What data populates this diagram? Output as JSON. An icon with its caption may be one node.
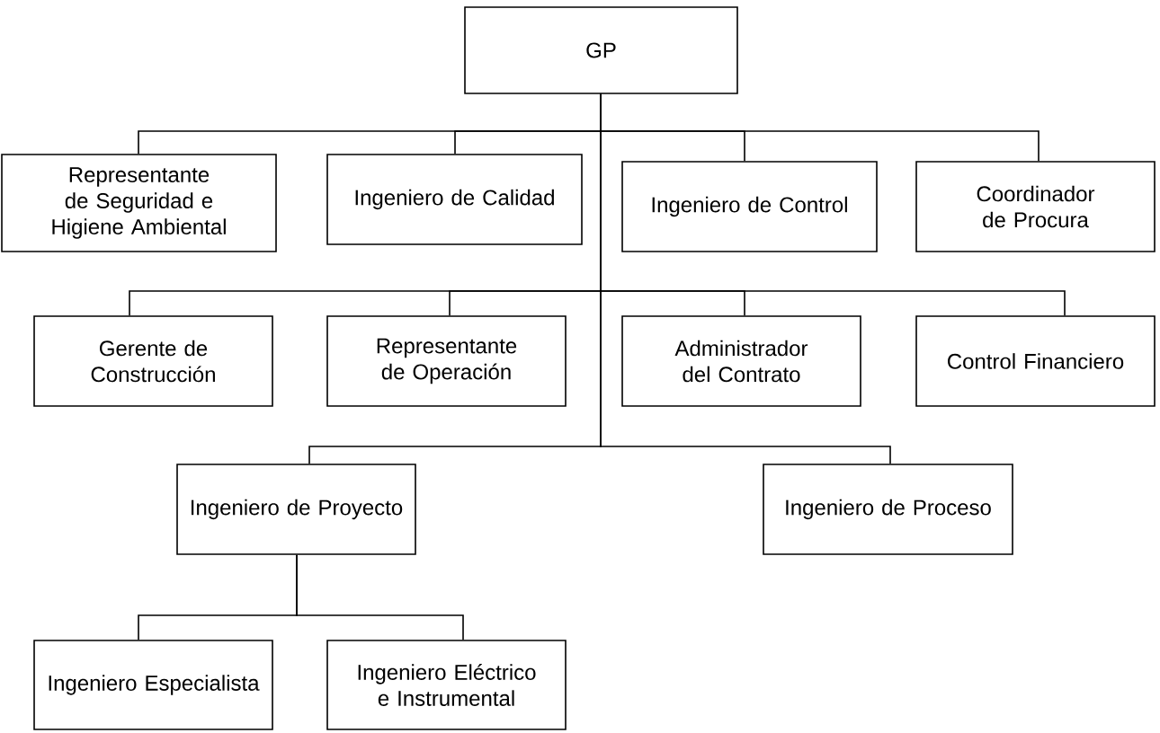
{
  "diagram": {
    "nodes": [
      {
        "text": [
          "GP"
        ]
      },
      {
        "text": [
          "Representante de Seguridad e Higiene Ambiental"
        ]
      },
      {
        "text": [
          "Ingeniero de Calidad"
        ]
      },
      {
        "text": [
          "Ingeniero de Control"
        ]
      },
      {
        "text": [
          "Coordinador de Procura"
        ]
      },
      {
        "text": [
          "Gerente de Construcción"
        ]
      },
      {
        "text": [
          "Representante de Operación"
        ]
      },
      {
        "text": [
          "Administrador del Contrato"
        ]
      },
      {
        "text": [
          "Control Financiero"
        ]
      },
      {
        "text": [
          "Ingeniero de Proyecto"
        ]
      },
      {
        "text": [
          "Ingeniero de Proceso"
        ]
      },
      {
        "text": [
          "Ingeniero Especialista"
        ]
      },
      {
        "text": [
          "Ingeniero Eléctrico e Instrumental"
        ]
      }
    ],
    "edges": [
      {
        "from": 0,
        "to": 1,
        "arrow": "none"
      },
      {
        "from": 0,
        "to": 2,
        "arrow": "none"
      },
      {
        "from": 0,
        "to": 3,
        "arrow": "none"
      },
      {
        "from": 0,
        "to": 4,
        "arrow": "none"
      },
      {
        "from": 0,
        "to": 5,
        "arrow": "none"
      },
      {
        "from": 0,
        "to": 6,
        "arrow": "none"
      },
      {
        "from": 0,
        "to": 7,
        "arrow": "none"
      },
      {
        "from": 0,
        "to": 8,
        "arrow": "none"
      },
      {
        "from": 0,
        "to": 9,
        "arrow": "none"
      },
      {
        "from": 0,
        "to": 10,
        "arrow": "none"
      },
      {
        "from": 9,
        "to": 11,
        "arrow": "none"
      },
      {
        "from": 9,
        "to": 12,
        "arrow": "none"
      }
    ]
  }
}
